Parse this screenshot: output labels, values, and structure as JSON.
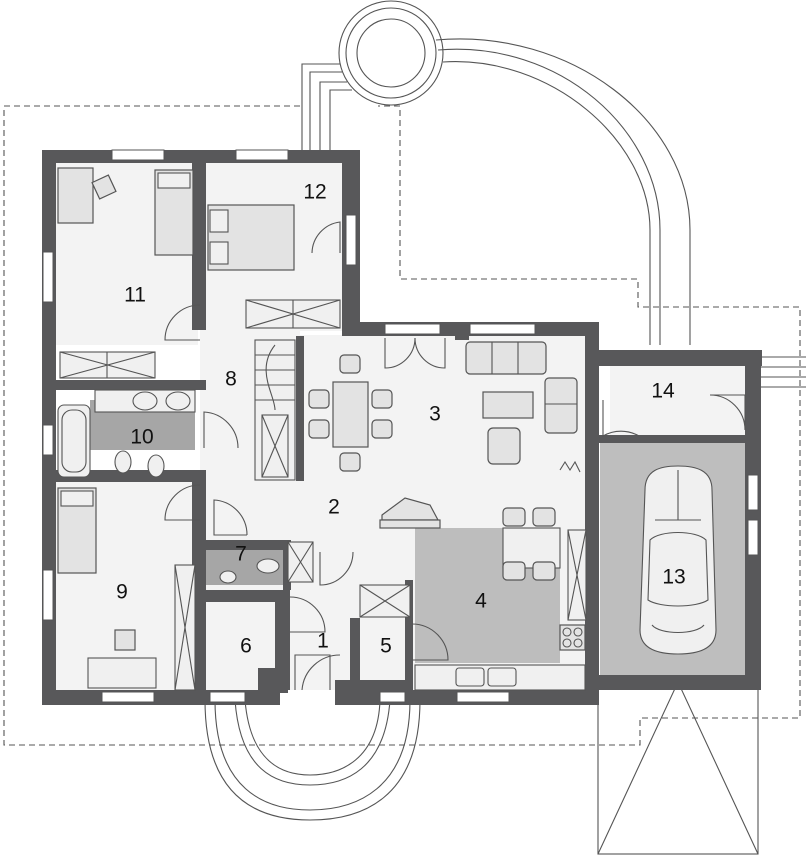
{
  "rooms": [
    {
      "id": "1",
      "label": "1"
    },
    {
      "id": "2",
      "label": "2"
    },
    {
      "id": "3",
      "label": "3"
    },
    {
      "id": "4",
      "label": "4"
    },
    {
      "id": "5",
      "label": "5"
    },
    {
      "id": "6",
      "label": "6"
    },
    {
      "id": "7",
      "label": "7"
    },
    {
      "id": "8",
      "label": "8"
    },
    {
      "id": "9",
      "label": "9"
    },
    {
      "id": "10",
      "label": "10"
    },
    {
      "id": "11",
      "label": "11"
    },
    {
      "id": "12",
      "label": "12"
    },
    {
      "id": "13",
      "label": "13"
    },
    {
      "id": "14",
      "label": "14"
    }
  ]
}
